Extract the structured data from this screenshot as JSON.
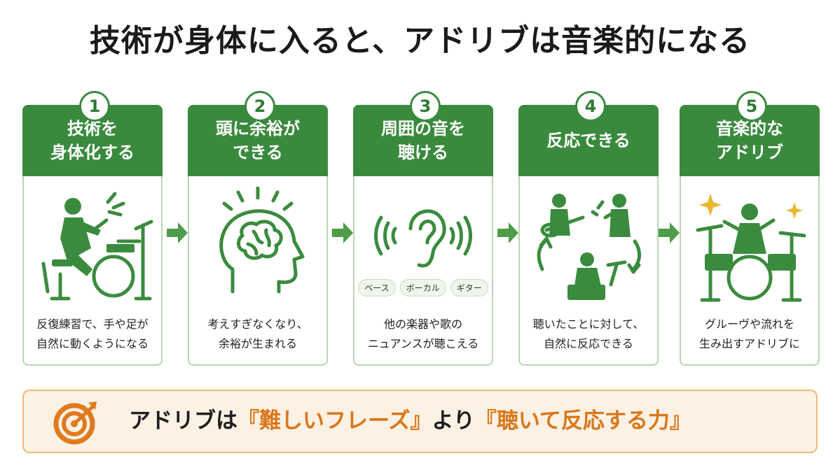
{
  "title": "技術が身体に入ると、アドリブは音楽的になる",
  "cards": [
    {
      "num": "1",
      "title_lines": [
        "技術を",
        "身体化する"
      ],
      "desc_lines": [
        "反復練習で、手や足が",
        "自然に動くようになる"
      ],
      "icon": "drummer-icon"
    },
    {
      "num": "2",
      "title_lines": [
        "頭に余裕が",
        "できる"
      ],
      "desc_lines": [
        "考えすぎなくなり、",
        "余裕が生まれる"
      ],
      "icon": "head-brain-icon"
    },
    {
      "num": "3",
      "title_lines": [
        "周囲の音を",
        "聴ける"
      ],
      "desc_lines": [
        "他の楽器や歌の",
        "ニュアンスが聴こえる"
      ],
      "icon": "ear-sound-icon"
    },
    {
      "num": "4",
      "title_lines": [
        "反応できる"
      ],
      "desc_lines": [
        "聴いたことに対して、",
        "自然に反応できる"
      ],
      "icon": "band-interaction-icon"
    },
    {
      "num": "5",
      "title_lines": [
        "音楽的な",
        "アドリブ"
      ],
      "desc_lines": [
        "グルーヴや流れを",
        "生み出すアドリブに"
      ],
      "icon": "drummer-sparkle-icon"
    }
  ],
  "pills": [
    "ベース",
    "ボーカル",
    "ギター"
  ],
  "banner": {
    "prefix": "アドリブは",
    "phrase1": "『難しいフレーズ』",
    "mid": "より",
    "phrase2": "『聴いて反応する力』",
    "icon": "target-icon"
  },
  "colors": {
    "green": "#3a8a3e",
    "icon_green": "#3b8b3f",
    "card_border": "#b7d7b0",
    "arrow": "#4f9d4a",
    "orange_text": "#d9771a",
    "banner_bg": "#fdf1e4",
    "banner_border": "#f1ba7b",
    "sparkle": "#e8b832"
  }
}
